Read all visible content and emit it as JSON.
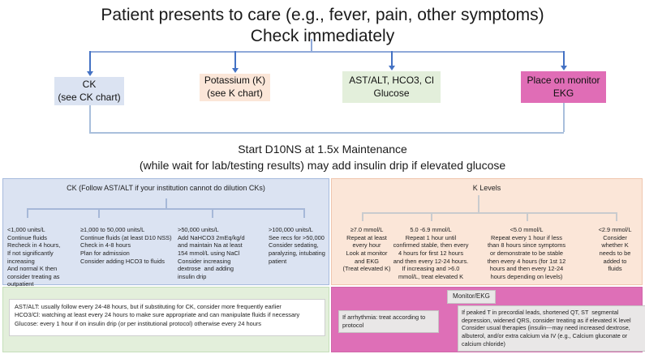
{
  "title": {
    "line1": "Patient presents to care (e.g., fever, pain, other symptoms)",
    "line2": "Check immediately"
  },
  "top_boxes": [
    {
      "text": "CK\n(see CK chart)",
      "fill": "#dbe3f2"
    },
    {
      "text": "Potassium (K)\n(see K chart)",
      "fill": "#fbe6d8"
    },
    {
      "text": "AST/ALT, HCO3, Cl\nGlucose",
      "fill": "#e3efdb"
    },
    {
      "text": "Place on monitor\nEKG",
      "fill": "#e06db6"
    }
  ],
  "d10ns": {
    "line1": "Start D10NS at 1.5x Maintenance",
    "line2": "(while wait for lab/testing results) may add insulin drip if elevated glucose"
  },
  "ck_panel": {
    "header": "CK (Follow AST/ALT if your institution cannot do dilution CKs)",
    "columns": [
      {
        "text": "<1,000 units/L\nContinue fluids\nRecheck in 4 hours,\nIf not significantly\nincreasing\nAnd normal K then\nconsider treating as\noutpatient"
      },
      {
        "text": "≥1,000 to 50,000 units/L\nContinue fluids (at least D10 NSS)\nCheck in 4-8 hours\nPlan for admission\nConsider adding HCO3 to fluids"
      },
      {
        "text": ">50,000 units/L\nAdd NaHCO3 2mEq/kg/d\nand maintain Na at least\n154 mmol/L using NaCl\nConsider increasing\ndextrose  and adding\ninsulin drip"
      },
      {
        "text": ">100,000 units/L\nSee recs for >50,000\nConsider sedating,\nparalyzing, intubating\npatient"
      }
    ]
  },
  "k_panel": {
    "header": "K Levels",
    "columns": [
      {
        "text": "≥7.0 mmol/L\nRepeat at least\nevery hour\nLook at monitor\nand EKG\n(Treat elevated K)"
      },
      {
        "text": "5.0 -6.9 mmol/L\nRepeat 1 hour until\nconfirmed stable, then every\n4 hours for first 12 hours\nand then every 12-24 hours.\nIf increasing and >6.0\nmmol/L, treat elevated K"
      },
      {
        "text": "<5.0 mmol/L\nRepeat every 1 hour if less\nthan 8 hours since symptoms\nor demonstrate to be stable\nthen every 4 hours (for 1st 12\nhours and then every 12-24\nhours depending on levels)"
      },
      {
        "text": "<2.9 mmol/L\nConsider\nwhether K\nneeds to be\nadded to\nfluids"
      }
    ]
  },
  "ast_panel": {
    "text": "AST/ALT:  usually follow every 24-48 hours, but if substituting for CK, consider more frequently earlier\nHCO3/Cl:  watching at least every 24 hours to make sure appropriate and can manipulate fluids if necessary\nGlucose: every 1 hour if on insulin drip (or per institutional protocol) otherwise every 24 hours"
  },
  "monitor_panel": {
    "header": "Monitor/EKG",
    "left_box": "If arrhythmia: treat according to\nprotocol",
    "right_box": "If peaked T in precordial leads, shortened QT, ST  segmental\ndepression, widened QRS, consider treating as if elevated K level\nConsider usual therapies (insulin---may need increased dextrose,\nalbuterol, and/or extra calcium via IV (e.g., Calcium gluconate or\ncalcium chloride)"
  },
  "colors": {
    "ck_fill": "#dbe3f2",
    "potassium_fill": "#fbe6d8",
    "ast_fill": "#e3efdb",
    "ekg_pink": "#e06db6",
    "arrow_blue": "#4472c4",
    "connector_light_blue": "#8fa9d9",
    "bracket_blue": "#a9bfdc",
    "gray_box": "#e9e7e7"
  }
}
